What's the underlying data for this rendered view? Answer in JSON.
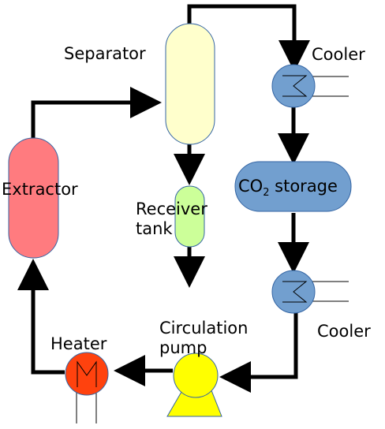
{
  "labels": {
    "separator": "Separator",
    "cooler_top": "Cooler",
    "co2_prefix": "CO",
    "co2_subscript": "2",
    "co2_suffix": " storage",
    "extractor": "Extractor",
    "receiver_line1": "Receiver",
    "receiver_line2": "tank",
    "cooler_bottom": "Cooler",
    "circulation_line1": "Circulation",
    "circulation_line2": "pump",
    "heater": "Heater"
  },
  "colors": {
    "separator": "#ffffcc",
    "extractor": "#ff7b7f",
    "receiver": "#ccff99",
    "cooler": "#729fcf",
    "storage": "#729fcf",
    "pump": "#ffff00",
    "heater": "#ff420e",
    "pipe": "#000000"
  }
}
